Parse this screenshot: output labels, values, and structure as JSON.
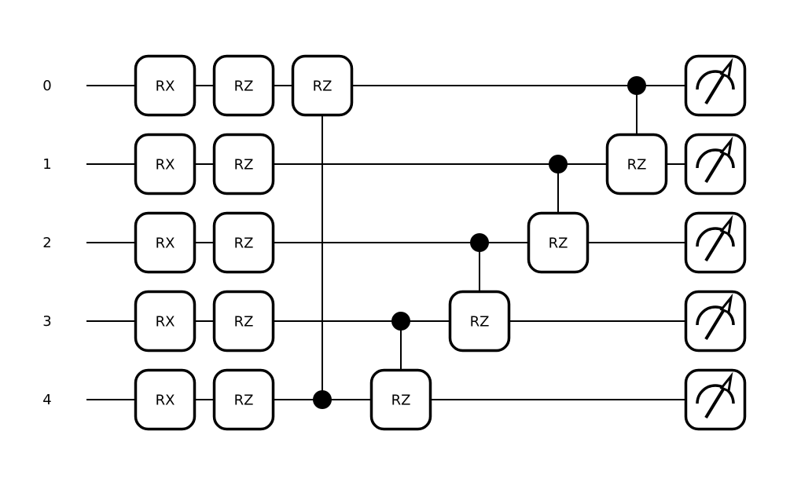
{
  "diagram": {
    "type": "quantum-circuit",
    "wires": [
      "0",
      "1",
      "2",
      "3",
      "4"
    ],
    "gates": [
      {
        "column": 1,
        "wire": 0,
        "label": "RX"
      },
      {
        "column": 1,
        "wire": 1,
        "label": "RX"
      },
      {
        "column": 1,
        "wire": 2,
        "label": "RX"
      },
      {
        "column": 1,
        "wire": 3,
        "label": "RX"
      },
      {
        "column": 1,
        "wire": 4,
        "label": "RX"
      },
      {
        "column": 2,
        "wire": 0,
        "label": "RZ"
      },
      {
        "column": 2,
        "wire": 1,
        "label": "RZ"
      },
      {
        "column": 2,
        "wire": 2,
        "label": "RZ"
      },
      {
        "column": 2,
        "wire": 3,
        "label": "RZ"
      },
      {
        "column": 2,
        "wire": 4,
        "label": "RZ"
      },
      {
        "column": 3,
        "wire": 0,
        "label": "RZ",
        "control": 4
      },
      {
        "column": 4,
        "wire": 4,
        "label": "RZ",
        "control": 3
      },
      {
        "column": 5,
        "wire": 3,
        "label": "RZ",
        "control": 2
      },
      {
        "column": 6,
        "wire": 2,
        "label": "RZ",
        "control": 1
      },
      {
        "column": 7,
        "wire": 1,
        "label": "RZ",
        "control": 0
      }
    ],
    "measurements": [
      0,
      1,
      2,
      3,
      4
    ],
    "measure_column": 8,
    "colors": {
      "stroke": "#000000",
      "fill": "#ffffff"
    }
  }
}
